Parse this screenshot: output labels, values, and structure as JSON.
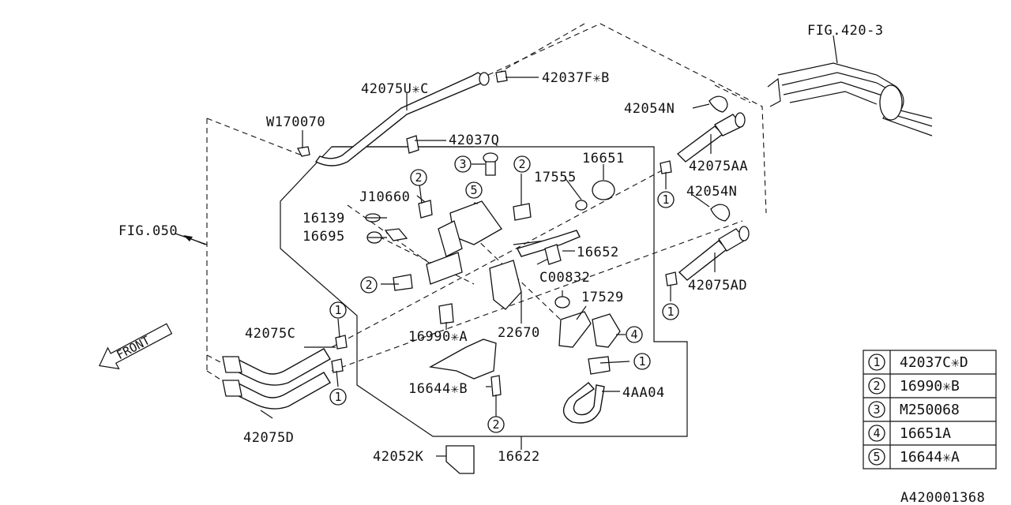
{
  "figure_code": "A420001368",
  "references": {
    "fig_050": "FIG.050",
    "fig_420_3": "FIG.420-3",
    "front": "FRONT"
  },
  "part_labels": {
    "p42075UC": "42075U✳C",
    "p42037FB": "42037F✳B",
    "pW170070": "W170070",
    "p42037Q": "42037Q",
    "p42054N_top": "42054N",
    "p42054N_mid": "42054N",
    "p42075AA": "42075AA",
    "p42075AD": "42075AD",
    "p16651": "16651",
    "p17555": "17555",
    "pJ10660": "J10660",
    "p16139": "16139",
    "p16695": "16695",
    "p16652": "16652",
    "pC00832": "C00832",
    "p17529": "17529",
    "p42075C": "42075C",
    "p169904A": "16990✳A",
    "p22670": "22670",
    "p16644B": "16644✳B",
    "p4AA04": "4AA04",
    "p42075D": "42075D",
    "p42052K": "42052K",
    "p16622": "16622"
  },
  "callouts": {
    "c1": "1",
    "c2": "2",
    "c3": "3",
    "c4": "4",
    "c5": "5"
  },
  "legend": [
    {
      "num": "1",
      "part": "42037C✳D"
    },
    {
      "num": "2",
      "part": "16990✳B"
    },
    {
      "num": "3",
      "part": "M250068"
    },
    {
      "num": "4",
      "part": "16651A"
    },
    {
      "num": "5",
      "part": "16644✳A"
    }
  ]
}
